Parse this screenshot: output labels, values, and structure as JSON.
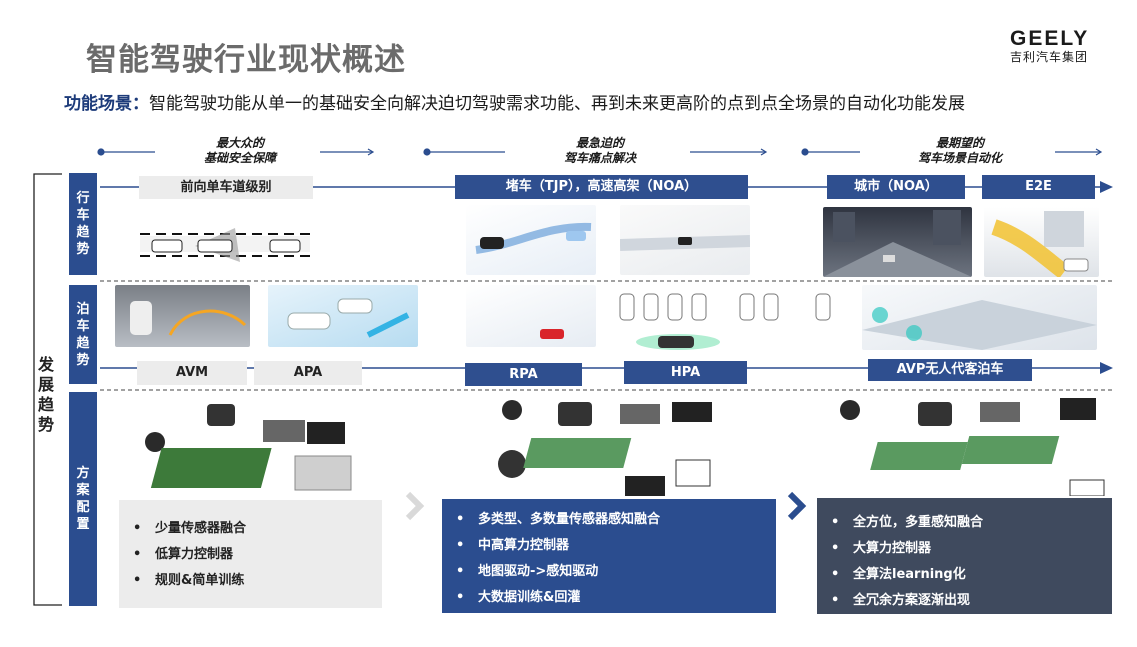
{
  "header": {
    "title": "智能驾驶行业现状概述",
    "logo_text": "GEELY",
    "logo_sub": "吉利汽车集团"
  },
  "subtitle": {
    "label": "功能场景：",
    "text": "智能驾驶功能从单一的基础安全向解决迫切驾驶需求功能、再到未来更高阶的点到点全场景的自动化功能发展"
  },
  "stages": [
    {
      "line1": "最大众的",
      "line2": "基础安全保障"
    },
    {
      "line1": "最急迫的",
      "line2": "驾车痛点解决"
    },
    {
      "line1": "最期望的",
      "line2": "驾车场景自动化"
    }
  ],
  "side_label": "发展趋势",
  "rows": {
    "driving": "行车趋势",
    "parking": "泊车趋势",
    "solution": "方案配置"
  },
  "driving_tags": {
    "lane": "前向单车道级别",
    "noa": "堵车（TJP），高速高架（NOA）",
    "city": "城市（NOA）",
    "e2e": "E2E"
  },
  "parking_tags": {
    "avm": "AVM",
    "apa": "APA",
    "rpa": "RPA",
    "hpa": "HPA",
    "avp": "AVP无人代客泊车"
  },
  "panels": [
    {
      "items": [
        "少量传感器融合",
        "低算力控制器",
        "规则&简单训练"
      ]
    },
    {
      "items": [
        "多类型、多数量传感器感知融合",
        "中高算力控制器",
        "地图驱动->感知驱动",
        "大数据训练&回灌"
      ]
    },
    {
      "items": [
        "全方位，多重感知融合",
        "大算力控制器",
        "全算法learning化",
        "全冗余方案逐渐出现"
      ]
    }
  ],
  "colors": {
    "accent": "#2b4d8f",
    "panel_dark": "#3f4a5e",
    "gray": "#ececec"
  }
}
